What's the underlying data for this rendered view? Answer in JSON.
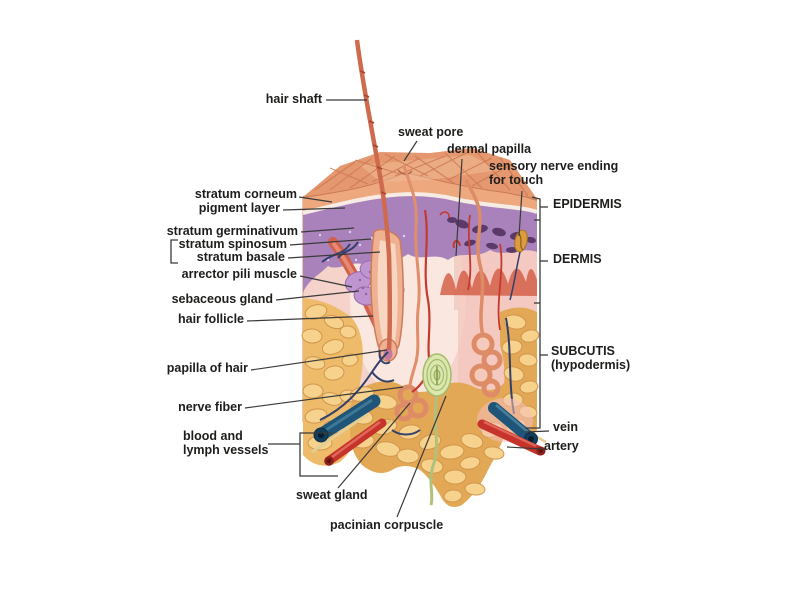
{
  "labels": {
    "hair_shaft": "hair shaft",
    "sweat_pore": "sweat pore",
    "dermal_papilla": "dermal papilla",
    "sensory_nerve_line1": "sensory nerve ending",
    "sensory_nerve_line2": "for touch",
    "stratum_corneum": "stratum corneum",
    "pigment_layer": "pigment layer",
    "stratum_germinativum": "stratum germinativum",
    "stratum_spinosum": "stratum spinosum",
    "stratum_basale": "stratum basale",
    "arrector_pili": "arrector pili muscle",
    "sebaceous_gland": "sebaceous gland",
    "hair_follicle": "hair follicle",
    "papilla_of_hair": "papilla of hair",
    "nerve_fiber": "nerve fiber",
    "blood_lymph_line1": "blood and",
    "blood_lymph_line2": "lymph vessels",
    "sweat_gland": "sweat gland",
    "pacinian_corpuscle": "pacinian corpuscle",
    "epidermis": "EPIDERMIS",
    "dermis": "DERMIS",
    "subcutis_line1": "SUBCUTIS",
    "subcutis_line2": "(hypodermis)",
    "vein": "vein",
    "artery": "artery"
  },
  "colors": {
    "background": "#ffffff",
    "label_text": "#1d1d1b",
    "leader_line": "#3a3a3a",
    "skin_surface": "#e5986f",
    "epidermis_band": "#eda87e",
    "pigment_purple": "#a982bc",
    "dermis_pink": "#f5d3ca",
    "fat_yellow": "#eebb6a",
    "vein_blue": "#1e5578",
    "artery_red": "#c5332b",
    "hair_color": "#ce6b4f",
    "sweat_gland_salmon": "#de8b67",
    "pacinian_green": "#dce7ae",
    "muscle_red": "#d2604a",
    "nerve_dark": "#32406b"
  }
}
